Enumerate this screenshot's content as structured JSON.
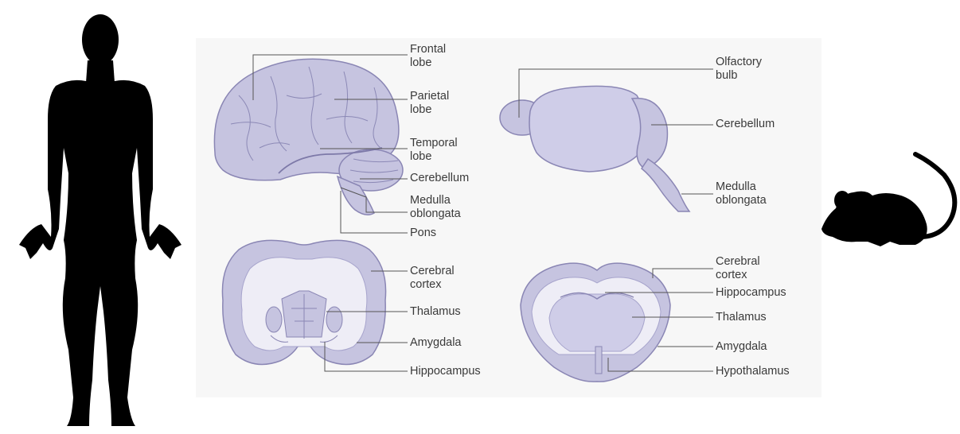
{
  "icons": {
    "human": "human-silhouette-icon",
    "mouse": "mouse-silhouette-icon"
  },
  "colors": {
    "tissue_fill": "#c6c4e0",
    "tissue_stroke": "#8a86b4",
    "white_matter": "#eeedf6",
    "leader_line": "#555555",
    "silhouette": "#000000",
    "label_text": "#3a3a3a"
  },
  "human_lateral": {
    "labels": {
      "frontal_lobe": [
        "Frontal",
        "lobe"
      ],
      "parietal_lobe": [
        "Parietal",
        "lobe"
      ],
      "temporal_lobe": [
        "Temporal",
        "lobe"
      ],
      "cerebellum": "Cerebellum",
      "medulla_oblongata": [
        "Medulla",
        "oblongata"
      ],
      "pons": "Pons"
    }
  },
  "mouse_lateral": {
    "labels": {
      "olfactory_bulb": [
        "Olfactory",
        "bulb"
      ],
      "cerebellum": "Cerebellum",
      "medulla_oblongata": [
        "Medulla",
        "oblongata"
      ]
    }
  },
  "human_coronal": {
    "labels": {
      "cerebral_cortex": [
        "Cerebral",
        "cortex"
      ],
      "thalamus": "Thalamus",
      "amygdala": "Amygdala",
      "hippocampus": "Hippocampus"
    }
  },
  "mouse_coronal": {
    "labels": {
      "cerebral_cortex": [
        "Cerebral",
        "cortex"
      ],
      "hippocampus": "Hippocampus",
      "thalamus": "Thalamus",
      "amygdala": "Amygdala",
      "hypothalamus": "Hypothalamus"
    }
  }
}
